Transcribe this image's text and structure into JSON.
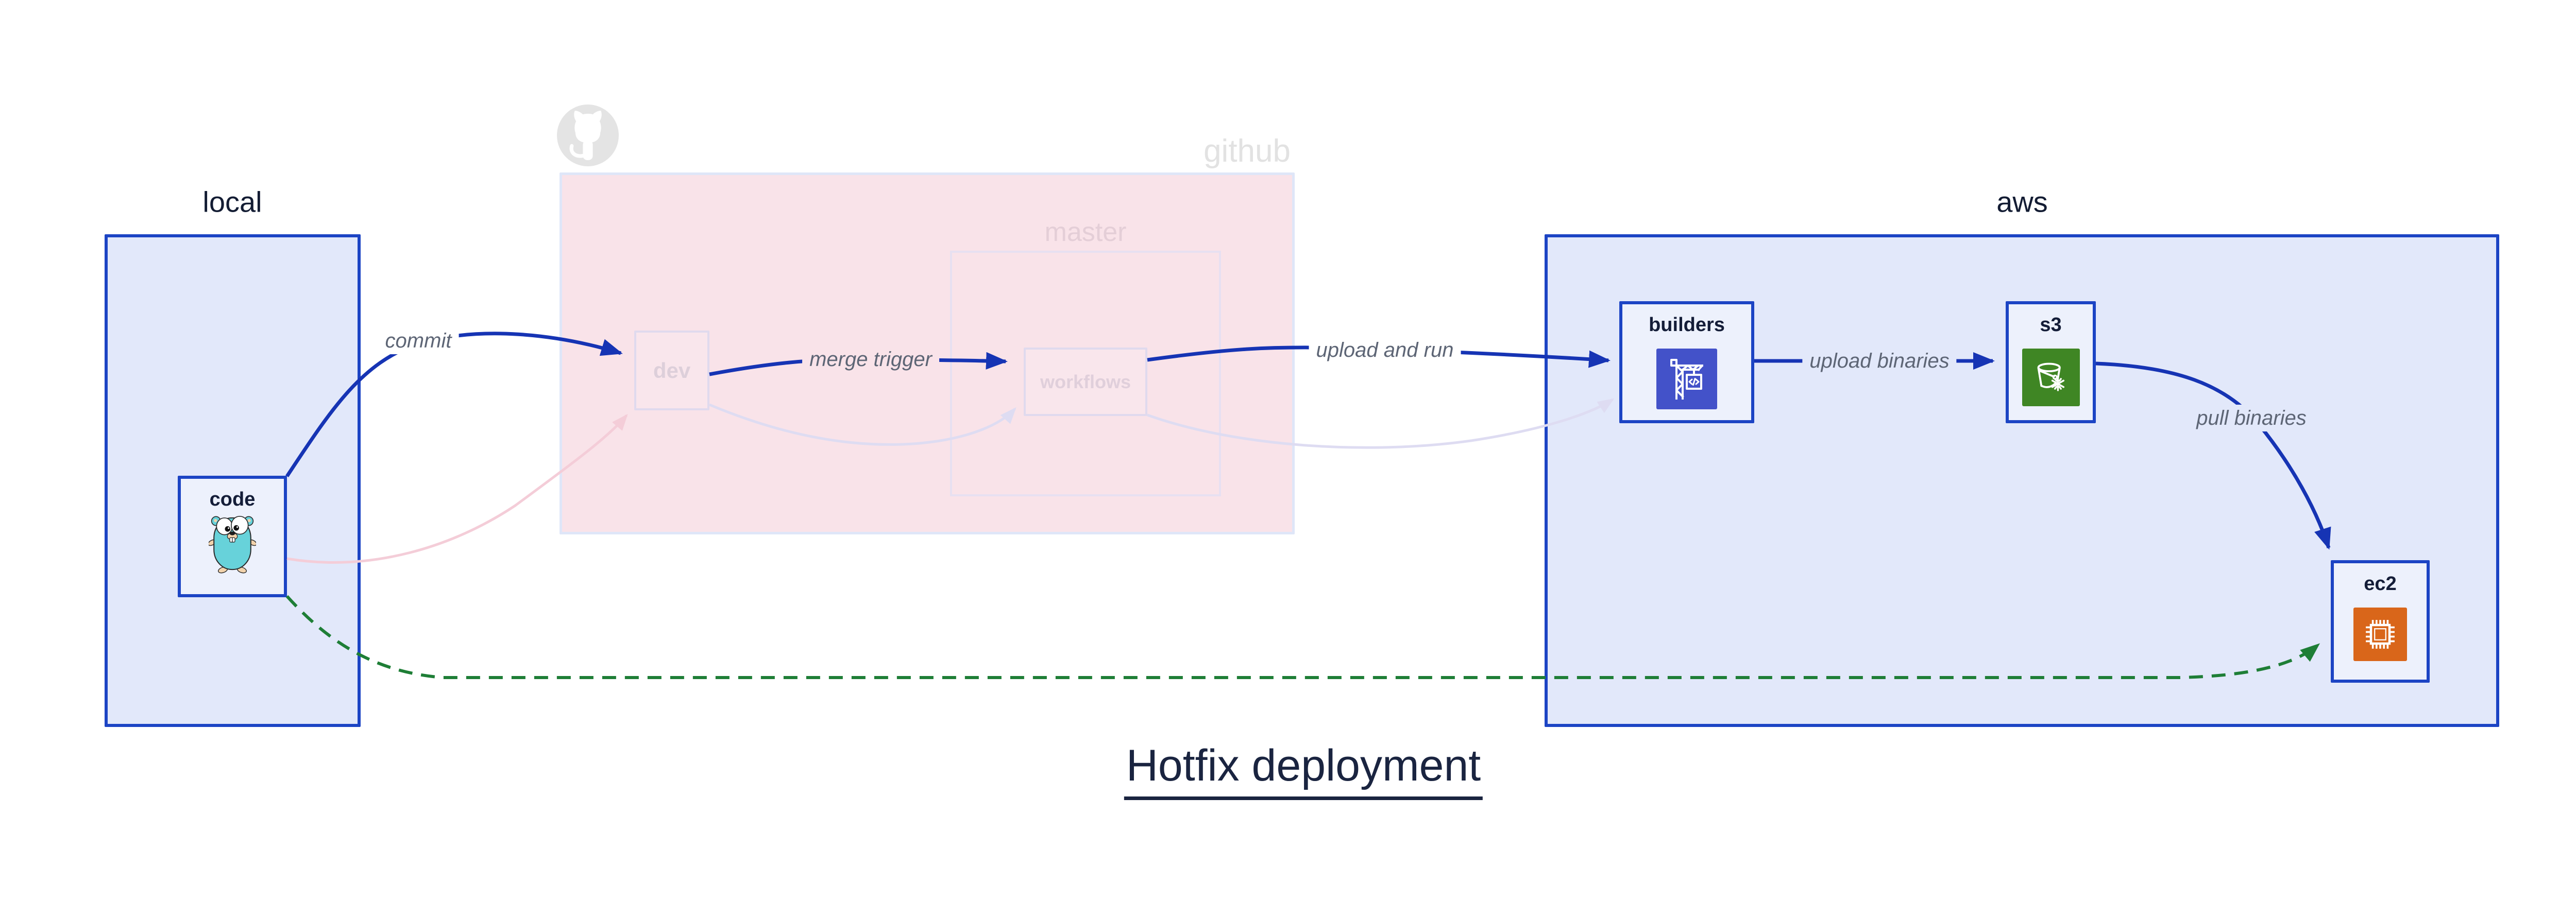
{
  "title": {
    "text": "Hotfix deployment"
  },
  "sections": {
    "local": {
      "label": "local"
    },
    "github": {
      "label": "github",
      "master_label": "master"
    },
    "aws": {
      "label": "aws"
    }
  },
  "nodes": {
    "code": {
      "label": "code",
      "icon": "go-gopher-icon"
    },
    "dev": {
      "label": "dev"
    },
    "workflows": {
      "label": "workflows"
    },
    "builders": {
      "label": "builders",
      "icon": "codebuild-crane-icon"
    },
    "s3": {
      "label": "s3",
      "icon": "s3-glacier-bucket-icon"
    },
    "ec2": {
      "label": "ec2",
      "icon": "ec2-chip-icon"
    }
  },
  "edges": {
    "commit": {
      "label": "commit",
      "style": "solid-blue"
    },
    "merge_trigger": {
      "label": "merge trigger",
      "style": "solid-blue"
    },
    "upload_and_run": {
      "label": "upload and run",
      "style": "solid-blue"
    },
    "upload_binaries": {
      "label": "upload binaries",
      "style": "solid-blue"
    },
    "pull_binaries": {
      "label": "pull binaries",
      "style": "solid-blue"
    },
    "hotfix_path": {
      "label": "",
      "style": "dashed-green"
    }
  },
  "icons": {
    "github-octocat-icon": "octocat silhouette",
    "go-gopher-icon": "Go gopher mascot",
    "codebuild-crane-icon": "construction crane lifting code box",
    "s3-glacier-bucket-icon": "bucket with snowflake",
    "ec2-chip-icon": "CPU chip with pins"
  },
  "colors": {
    "container_fill": "#e2e8fa",
    "container_border": "#1c44c4",
    "node_fill": "#edf1fc",
    "github_fill": "#f9e3e9",
    "arrow_blue": "#1634b4",
    "hotfix_green": "#1e7e36",
    "ghost_pink": "#f4cdd8",
    "ghost_lavender": "#dedcf2",
    "codebuild_indigo": "#4352c9",
    "s3_green": "#3f8624",
    "ec2_orange": "#d9661a",
    "gopher_teal": "#67d2da"
  }
}
